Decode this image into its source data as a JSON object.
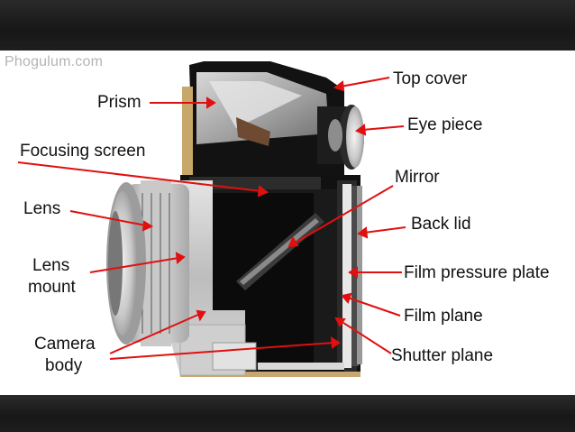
{
  "watermark": "Phogulum.com",
  "labels": {
    "top_cover": "Top cover",
    "prism": "Prism",
    "eye_piece": "Eye piece",
    "focusing_screen": "Focusing screen",
    "mirror": "Mirror",
    "lens": "Lens",
    "back_lid": "Back lid",
    "lens_mount_line1": "Lens",
    "lens_mount_line2": "mount",
    "film_pressure_plate": "Film pressure plate",
    "film_plane": "Film plane",
    "camera_body_line1": "Camera",
    "camera_body_line2": "body",
    "shutter_plane": "Shutter plane"
  },
  "colors": {
    "background_band": "#1c1c1c",
    "panel": "#ffffff",
    "arrow": "#e01010",
    "label_text": "#111111",
    "watermark": "#b4b4b4"
  }
}
